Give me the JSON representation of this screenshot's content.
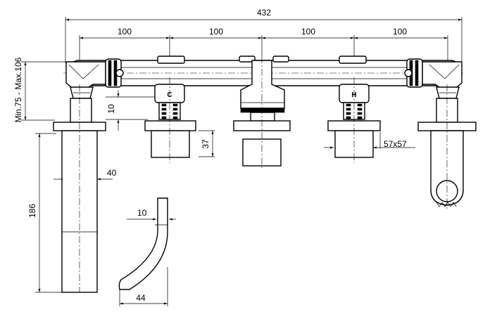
{
  "dimensions": {
    "overall_width": "432",
    "spacing_1": "100",
    "spacing_2": "100",
    "spacing_3": "100",
    "spacing_4": "100",
    "wall_depth": "Min.75 - Max.106",
    "nut_height": "10",
    "handle_height": "37",
    "handle_size": "57x57",
    "spout_width": "40",
    "spout_length": "186",
    "spout_tip": "10",
    "spout_reach": "44"
  },
  "labels": {
    "cold": "C",
    "hot": "H"
  }
}
